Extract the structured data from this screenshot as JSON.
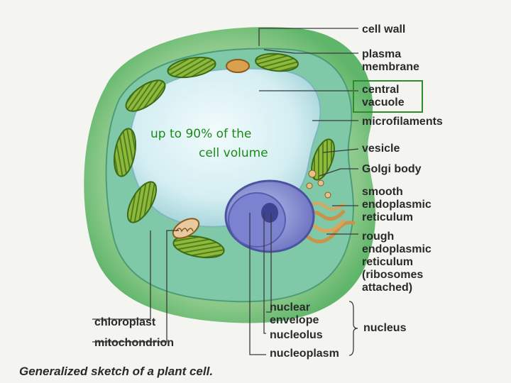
{
  "diagram": {
    "labels": {
      "cell_wall": "cell wall",
      "plasma_membrane": "plasma\nmembrane",
      "central_vacuole": "central\nvacuole",
      "microfilaments": "microfilaments",
      "vesicle": "vesicle",
      "golgi_body": "Golgi body",
      "smooth_er": "smooth\nendoplasmic\nreticulum",
      "rough_er": "rough\nendoplasmic\nreticulum\n(ribosomes\nattached)",
      "chloroplast": "chloroplast",
      "mitochondrion": "mitochondrion",
      "nuclear_envelope": "nuclear\nenvelope",
      "nucleolus": "nucleolus",
      "nucleoplasm": "nucleoplasm",
      "nucleus": "nucleus"
    },
    "annotation": {
      "line1": "up to 90% of the",
      "line2": "cell volume",
      "color": "#1a8a1a"
    },
    "highlight_color": "#2e8b2e",
    "caption": "Generalized sketch of a plant cell."
  }
}
